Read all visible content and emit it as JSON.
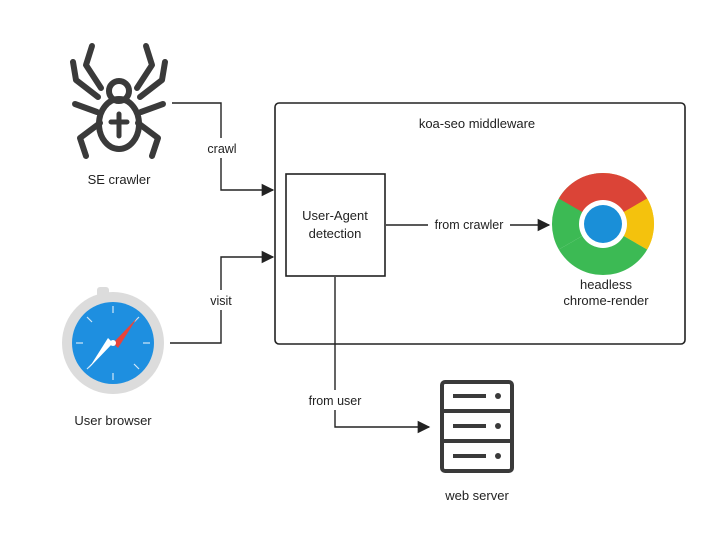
{
  "nodes": {
    "se_crawler": {
      "label": "SE crawler",
      "icon": "spider-icon"
    },
    "user_browser": {
      "label": "User browser",
      "icon": "compass-browser-icon"
    },
    "middleware": {
      "label": "koa-seo middleware"
    },
    "ua_detection": {
      "label_line1": "User-Agent",
      "label_line2": "detection"
    },
    "chrome_render": {
      "label_line1": "headless",
      "label_line2": "chrome-render",
      "icon": "chrome-icon"
    },
    "web_server": {
      "label": "web server",
      "icon": "server-icon"
    }
  },
  "edges": {
    "crawl": "crawl",
    "visit": "visit",
    "from_crawler": "from crawler",
    "from_user": "from user"
  },
  "colors": {
    "stroke": "#222222",
    "chrome_red": "#db4437",
    "chrome_yellow": "#f4c20d",
    "chrome_green": "#3cba54",
    "chrome_blue": "#4285f4",
    "compass_blue": "#1e8fe0",
    "compass_rim": "#dcdcdc",
    "needle_red": "#e8443a",
    "spider": "#3a3a3a"
  }
}
